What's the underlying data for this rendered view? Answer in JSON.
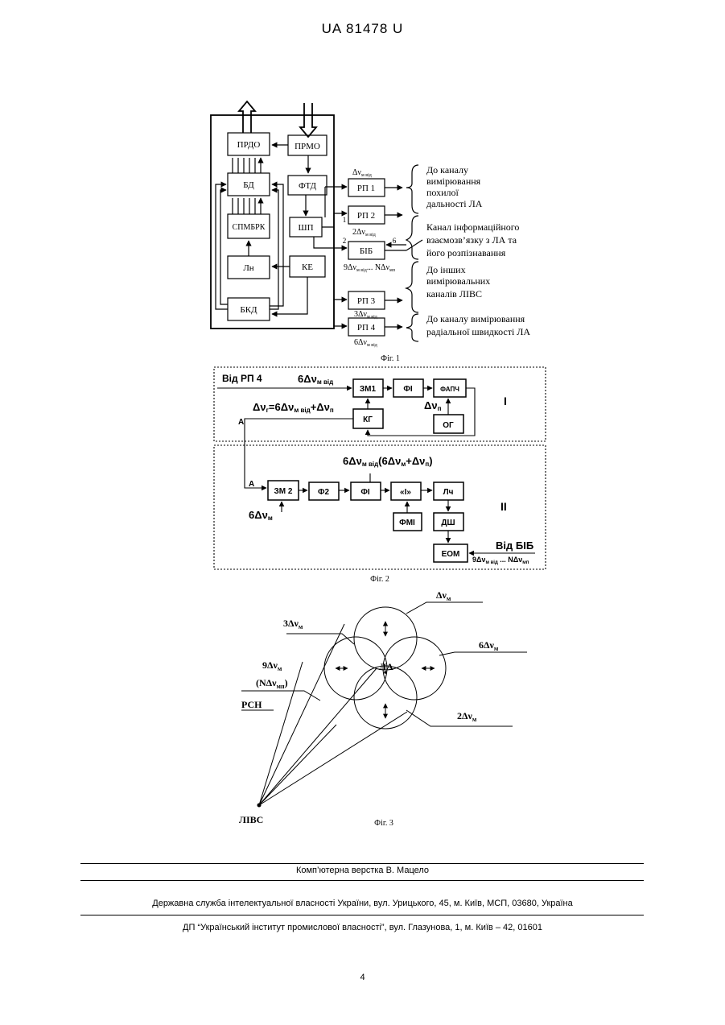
{
  "header": {
    "patent": "UA   81478   U"
  },
  "fig1": {
    "caption": "Фіг. 1",
    "blocks": {
      "prdo": "ПРДО",
      "prmo": "ПРМО",
      "bd": "БД",
      "ftd": "ФТД",
      "spmbrk": "СПМБРК",
      "shp": "ШП",
      "ln": "Лн",
      "ke": "КЕ",
      "bkd": "БКД",
      "rp1": "РП 1",
      "rp2": "РП 2",
      "bib": "БІБ",
      "rp3": "РП 3",
      "rp4": "РП 4"
    },
    "labels": {
      "dv1": "Δν",
      "dv1s": "м від",
      "dv2": "2Δν",
      "dv2s": "м від",
      "dv9": "9Δν",
      "dv9s": "м від",
      "dvN": "... NΔν",
      "dvNs": "мп",
      "dv3": "3Δν",
      "dv3s": "м від",
      "dv6": "6Δν",
      "dv6s": "м від",
      "n1": "1",
      "n2": "2",
      "n6": "6"
    },
    "notes": {
      "a1": "До каналу",
      "a2": "вимірювання",
      "a3": "похилої",
      "a4": "дальності ЛА",
      "b1": "Канал інформаційного",
      "b2": "взаємозв’язку з ЛА та",
      "b3": "його розпізнавання",
      "c1": "До інших",
      "c2": "вимірювальних",
      "c3": "каналів ЛІВС",
      "d1": "До каналу вимірювання",
      "d2": "радіальної швидкості ЛА"
    }
  },
  "fig2": {
    "caption": "Фіг. 2",
    "blocks": {
      "zm1": "ЗМ1",
      "fi1": "ФІ",
      "fapch": "ФАПЧ",
      "kg": "КГ",
      "og": "ОГ",
      "zm2": "ЗМ 2",
      "f2": "Ф2",
      "fi2": "ФІ",
      "i": "«І»",
      "lch": "Лч",
      "fmi": "ФМІ",
      "dsh": "ДШ",
      "eom": "ЕОМ"
    },
    "labels": {
      "vid_rp4": "Від РП 4",
      "in6": "6Δν",
      "in6s": "м від",
      "dvg": "Δν",
      "dvgs": "г",
      "dvg_eq": "=6Δν",
      "dvg_eqs": "м від",
      "dvg_plus": "+Δν",
      "dvg_pluss": "п",
      "dvp": "Δν",
      "dvps": "п",
      "roman1": "I",
      "a1": "A",
      "a2": "A",
      "top2a": "6Δν",
      "top2as": "м від",
      "top2b": "(6Δν",
      "top2bs": "м",
      "top2c": "+Δν",
      "top2cs": "п",
      "top2d": ")",
      "in6m": "6Δν",
      "in6ms": "м",
      "roman2": "II",
      "vid_bib": "Від БІБ",
      "bib_in": "9Δν",
      "bib_ins": "м від",
      "bib_in2": " ... NΔν",
      "bib_in2s": "мп"
    }
  },
  "fig3": {
    "caption": "Фіг. 3",
    "la": "ЛА",
    "livs": "ЛІВС",
    "rsn": "РСН",
    "l_1": "Δν",
    "l_1s": "м",
    "l_3": "3Δν",
    "l_3s": "м",
    "l_6": "6Δν",
    "l_6s": "м",
    "l_9": "9Δν",
    "l_9s": "м",
    "l_n": "(NΔν",
    "l_ns": "мп",
    "l_np": ")",
    "l_2": "2Δν",
    "l_2s": "м"
  },
  "footer": {
    "layout": "Комп’ютерна верстка В. Мацело",
    "service": "Державна служба інтелектуальної власності України, вул. Урицького, 45, м. Київ, МСП, 03680, Україна",
    "institute": "ДП “Український інститут промислової власності”, вул. Глазунова, 1, м. Київ – 42, 01601",
    "page": "4"
  }
}
